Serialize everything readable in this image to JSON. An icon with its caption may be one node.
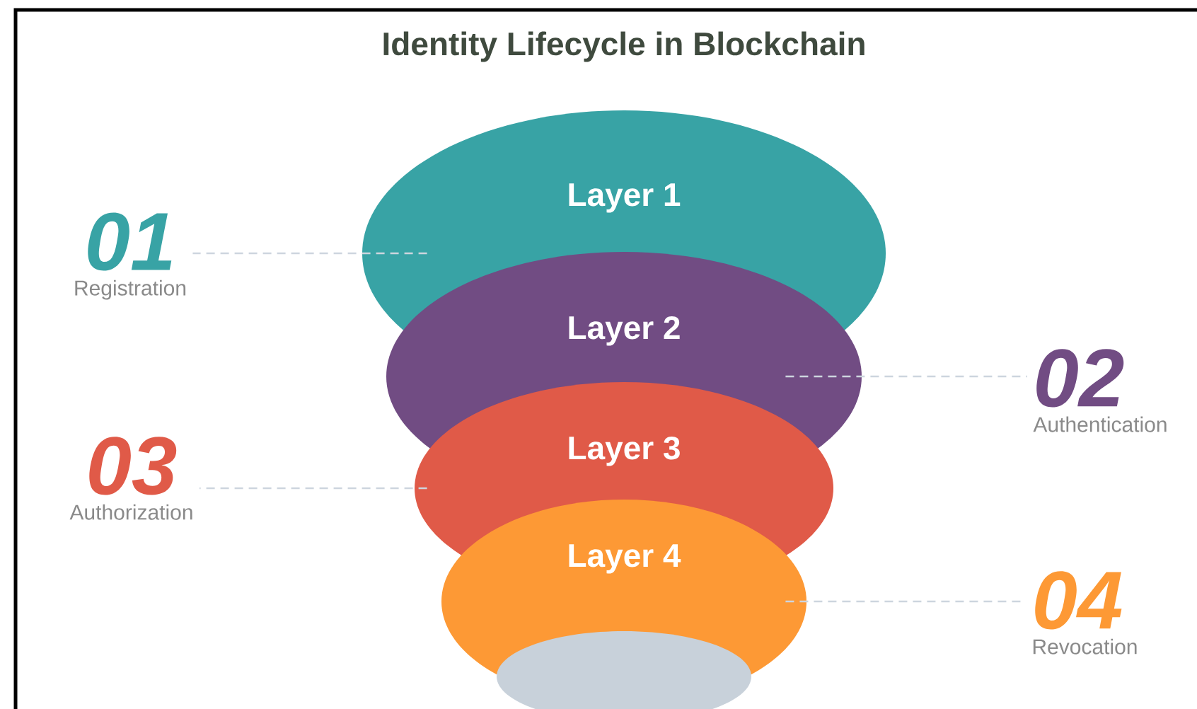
{
  "diagram": {
    "title": "Identity Lifecycle in Blockchain",
    "nodes": [
      {
        "text": [
          "Layer 1"
        ]
      },
      {
        "text": [
          "Layer 2"
        ]
      },
      {
        "text": [
          "Layer 3"
        ]
      },
      {
        "text": [
          "Layer 4"
        ]
      },
      {
        "text": [],
        "shape": "ellipse"
      },
      {
        "text": [
          "01",
          "Registration"
        ]
      },
      {
        "text": [
          "02",
          "Authentication"
        ]
      },
      {
        "text": [
          "03",
          "Authorization"
        ]
      },
      {
        "text": [
          "04",
          "Revocation"
        ]
      }
    ],
    "edges": [
      {
        "from": 0,
        "to": 5,
        "arrow": "none",
        "style": "dashed"
      },
      {
        "from": 1,
        "to": 6,
        "arrow": "none",
        "style": "dashed"
      },
      {
        "from": 2,
        "to": 7,
        "arrow": "none",
        "style": "dashed"
      },
      {
        "from": 3,
        "to": 8,
        "arrow": "none",
        "style": "dashed"
      }
    ]
  }
}
